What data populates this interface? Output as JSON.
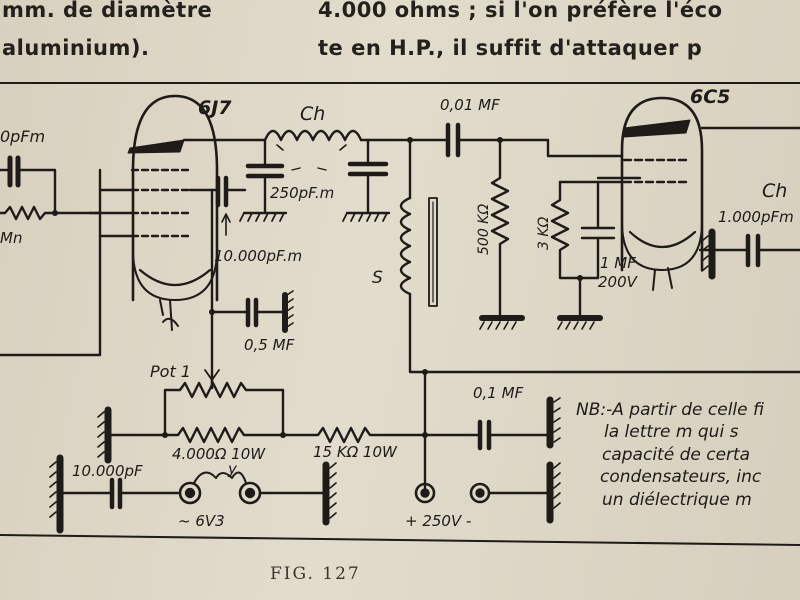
{
  "text_top": {
    "left_line1": "mm. de diamètre",
    "left_line2": "aluminium).",
    "right_line1": "4.000 ohms ; si l'on préfère l'éco",
    "right_line2": "te en H.P., il suffit d'attaquer p"
  },
  "labels": {
    "tube1": "6J7",
    "tube2": "6C5",
    "choke1": "Ch",
    "choke2": "Ch",
    "cap_left": "0pFm",
    "res_left": "Mn",
    "cap_250": "250pF.m",
    "cap_10000m": "10.000pF.m",
    "cap_05": "0,5 ΜF",
    "cap_001": "0,01 ΜF",
    "res_500k": "500 KΩ",
    "res_3k": "3 KΩ",
    "cap_1mf": "1 ΜF",
    "cap_1mf_v": "200V",
    "cap_1000": "1.000pFm",
    "coil_s": "S",
    "pot": "Pot 1",
    "res_4000": "4.000Ω 10W",
    "res_15k": "15 KΩ 10W",
    "cap_01": "0,1 ΜF",
    "cap_10000": "10.000pF",
    "heater_y": "y",
    "heater_v": "~ 6V3",
    "supply": "+ 250V -"
  },
  "note": {
    "line1": "NB:-A partir de celle fi",
    "line2": "la lettre m qui s",
    "line3": "capacité de certa",
    "line4": "condensateurs, inc",
    "line5": "un diélectrique m"
  },
  "caption": "FIG. 127",
  "colors": {
    "ink": "#1e1b18",
    "paper": "#ddd6c5"
  }
}
